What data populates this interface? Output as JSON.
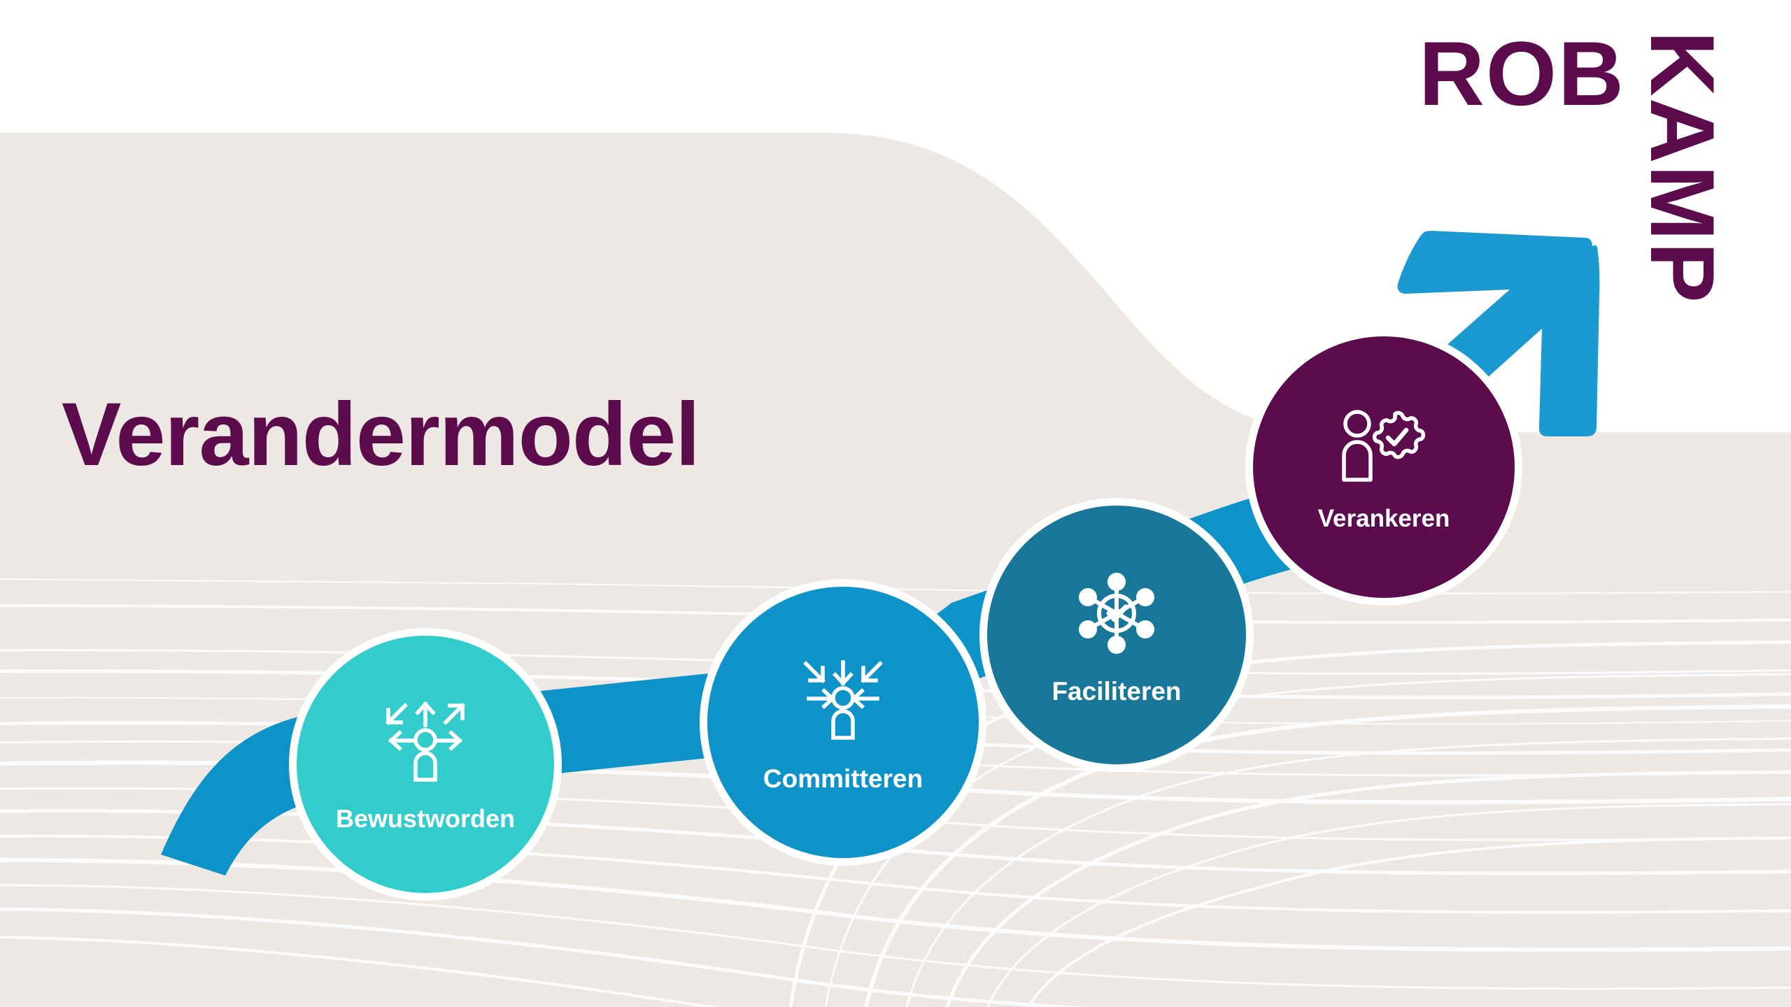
{
  "page": {
    "title": "Verandermodel",
    "background_color": "#EDE8E4",
    "canvas_color": "#FFFFFF",
    "accent_line_color": "#FFFFFF"
  },
  "brand": {
    "logo_part_1": "ROB",
    "logo_part_2": "KAMP",
    "logo_color": "#5C0B4D",
    "arrow_icon": "arrow-up-right-icon",
    "arrow_color": "#1B9AD1"
  },
  "diagram": {
    "type": "staircase-process",
    "connector_color": "#0D93C8",
    "ring_color": "#FFFFFF",
    "steps": [
      {
        "index": 1,
        "label": "Bewustworden",
        "color": "#33CCCC",
        "icon": "person-arrows-outward-icon",
        "icon_direction": "outward"
      },
      {
        "index": 2,
        "label": "Committeren",
        "color": "#0D93C8",
        "icon": "person-arrows-inward-icon",
        "icon_direction": "inward"
      },
      {
        "index": 3,
        "label": "Faciliteren",
        "color": "#19779A",
        "icon": "network-hub-check-icon",
        "icon_direction": "hub"
      },
      {
        "index": 4,
        "label": "Verankeren",
        "color": "#5C0B4D",
        "icon": "person-gear-check-icon",
        "icon_direction": "anchor"
      }
    ]
  }
}
